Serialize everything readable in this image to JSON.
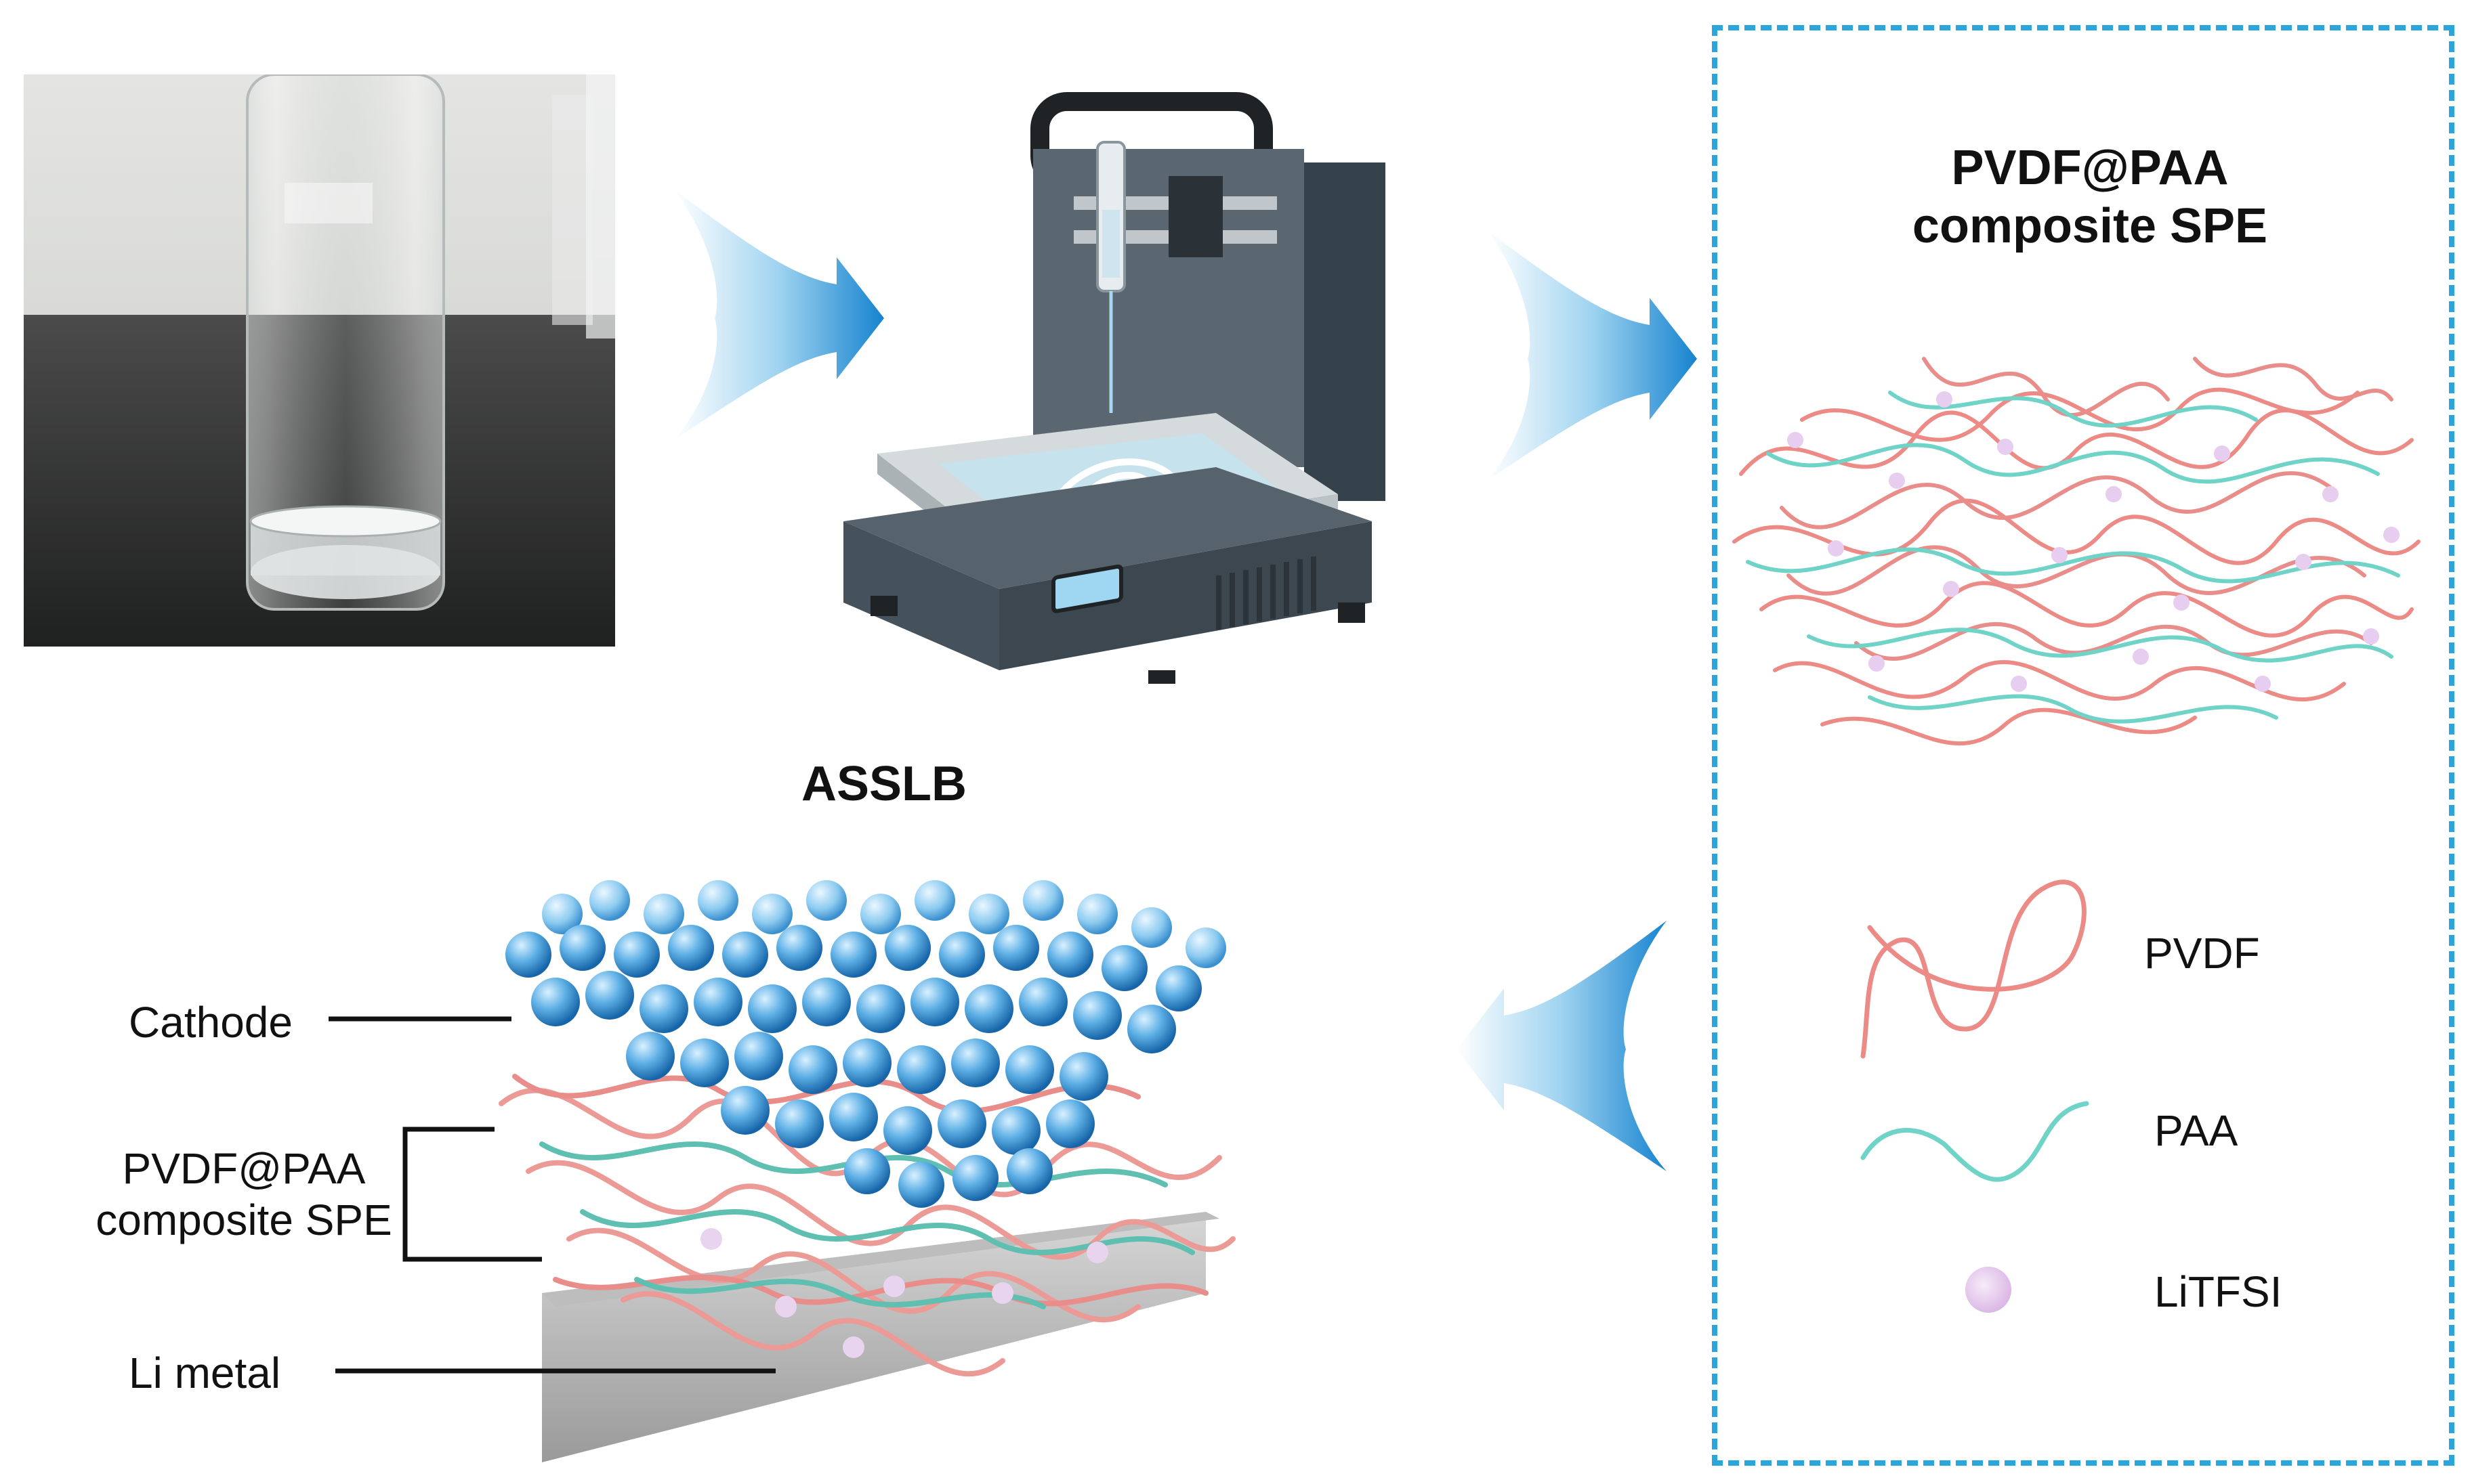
{
  "composite_panel": {
    "title_line1": "PVDF@PAA",
    "title_line2": "composite SPE",
    "legend": [
      {
        "label": "PVDF",
        "color": "#ec8a86"
      },
      {
        "label": "PAA",
        "color": "#6fd3c8"
      },
      {
        "label": "LiTFSI",
        "color": "#e7cdef"
      }
    ]
  },
  "battery": {
    "title": "ASSLB",
    "labels": {
      "cathode": "Cathode",
      "spe_line1": "PVDF@PAA",
      "spe_line2": "composite SPE",
      "li_metal": "Li metal"
    }
  },
  "colors": {
    "arrow_blue": "#1683cf",
    "dashed_border": "#2ba6dd",
    "printer_body": "#3d4a54",
    "sphere_blue": "#2f86c9",
    "pvdf_fiber": "#ec8a86",
    "paa_fiber": "#6fd3c8"
  },
  "icons": [
    "glass-vial-photo",
    "3d-printer-icon",
    "flow-arrow-icon"
  ]
}
